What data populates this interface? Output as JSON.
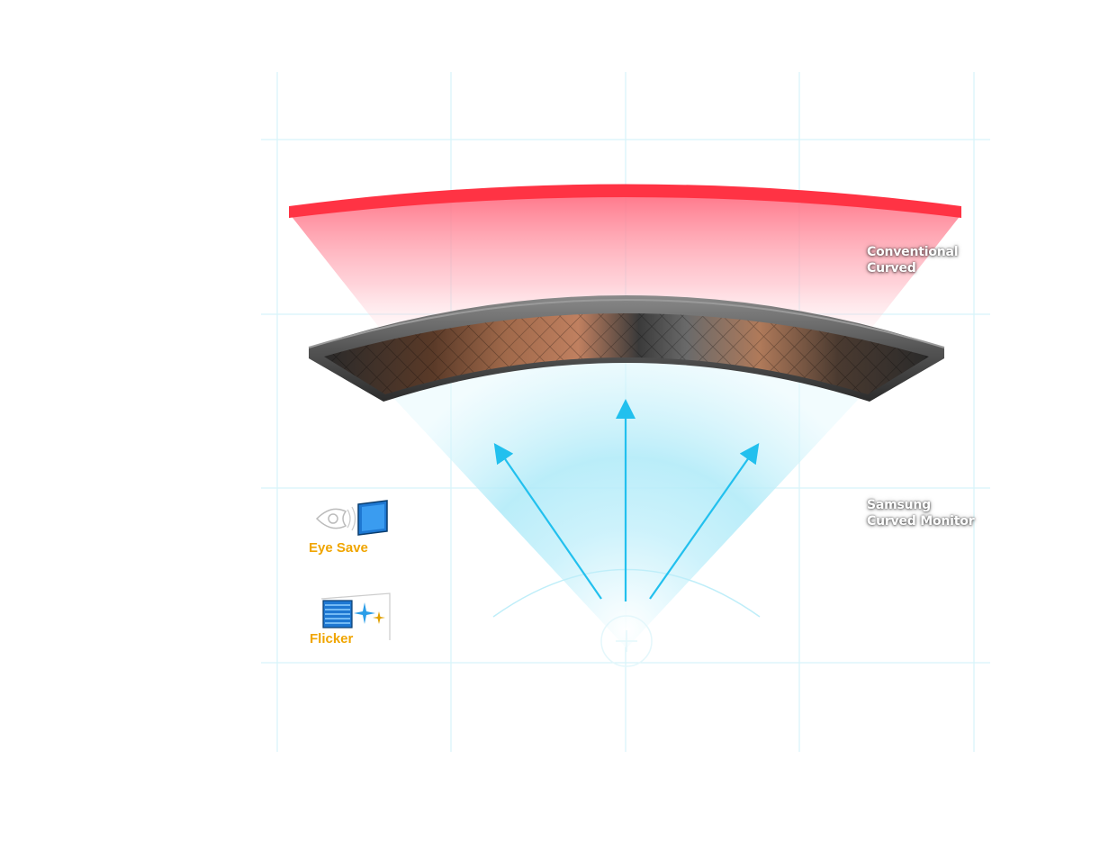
{
  "labels": {
    "conventional_line1": "Conventional",
    "conventional_line2": "Curved",
    "samsung_line1": "Samsung",
    "samsung_line2": "Curved Monitor"
  },
  "features": {
    "eye_save": "Eye Save",
    "flicker": "Flicker"
  },
  "icons": {
    "eye_save": "eye-save-icon",
    "flicker": "flicker-free-icon"
  },
  "colors": {
    "conventional_curve": "#ff3344",
    "conventional_fan": "#ff8090",
    "samsung_fan": "#9fe6f8",
    "arrow": "#22c0ee",
    "grid": "#d6f4fa",
    "feature_label": "#f0a500",
    "monitor_frame": "#3a3a3a"
  }
}
